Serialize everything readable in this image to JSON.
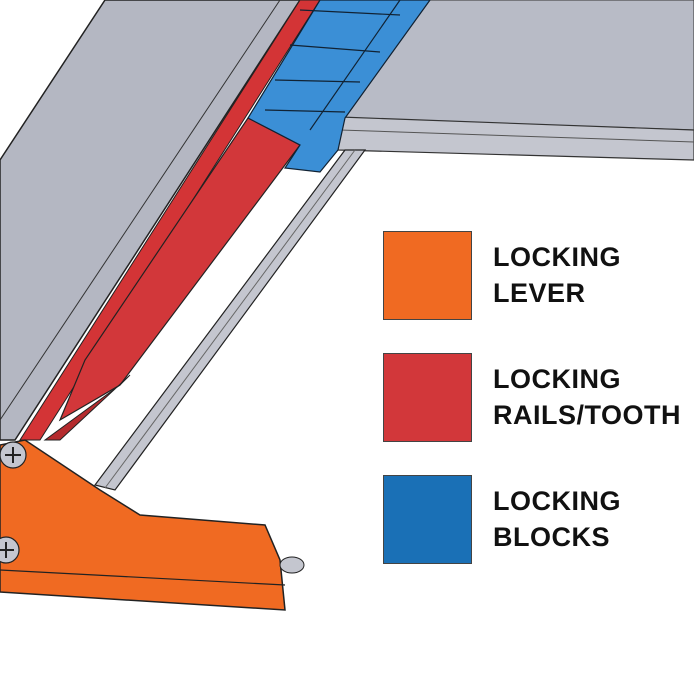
{
  "legend": [
    {
      "line1": "LOCKING",
      "line2": "LEVER",
      "color": "#f06a22"
    },
    {
      "line1": "LOCKING",
      "line2": "RAILS/TOOTH",
      "color": "#d2373a"
    },
    {
      "line1": "LOCKING",
      "line2": "BLOCKS",
      "color": "#1a70b6"
    }
  ],
  "colors": {
    "frame": "#b4b7c2",
    "outline": "#222222"
  }
}
